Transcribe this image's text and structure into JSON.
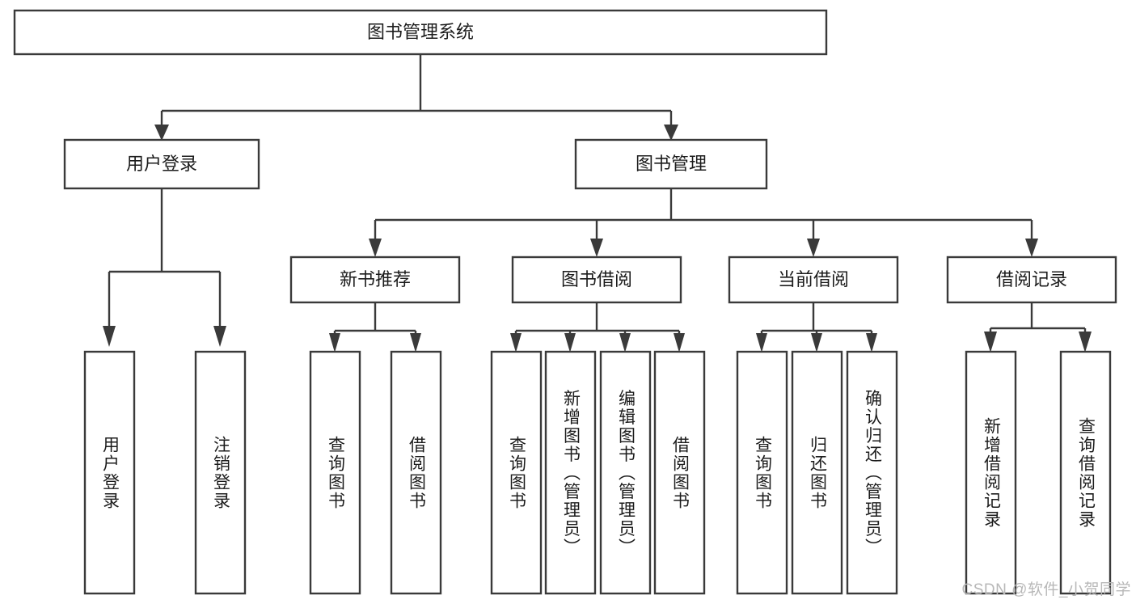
{
  "diagram": {
    "kind": "tree-hierarchy-diagram",
    "title": "图书管理系统",
    "colors": {
      "stroke": "#3a3a3a",
      "box_fill": "#ffffff",
      "text": "#1c1c1c",
      "background": "#ffffff",
      "watermark": "#b8b8b8"
    },
    "levels": {
      "level1": [
        "图书管理系统"
      ],
      "level2": [
        "用户登录",
        "图书管理"
      ],
      "level3": [
        "新书推荐",
        "图书借阅",
        "当前借阅",
        "借阅记录"
      ],
      "level4": [
        "用户登录",
        "注销登录",
        "查询图书",
        "借阅图书",
        "查询图书",
        "新增图书（管理员）",
        "编辑图书（管理员）",
        "借阅图书",
        "查询图书",
        "归还图书",
        "确认归还（管理员）",
        "新增借阅记录",
        "查询借阅记录"
      ]
    },
    "nodes": {
      "root": {
        "label": "图书管理系统"
      },
      "user_login": {
        "label": "用户登录"
      },
      "book_manage": {
        "label": "图书管理"
      },
      "new_book_rec": {
        "label": "新书推荐"
      },
      "book_borrow": {
        "label": "图书借阅"
      },
      "current_borrow": {
        "label": "当前借阅"
      },
      "borrow_record": {
        "label": "借阅记录"
      },
      "leaf_user_login": {
        "label": "用户登录"
      },
      "leaf_logout": {
        "label": "注销登录"
      },
      "leaf_query_book_a": {
        "label": "查询图书"
      },
      "leaf_borrow_book_a": {
        "label": "借阅图书"
      },
      "leaf_query_book_b": {
        "label": "查询图书"
      },
      "leaf_add_book_admin": {
        "label": "新增图书（管理员）"
      },
      "leaf_edit_book_admin": {
        "label": "编辑图书（管理员）"
      },
      "leaf_borrow_book_b": {
        "label": "借阅图书"
      },
      "leaf_query_book_c": {
        "label": "查询图书"
      },
      "leaf_return_book": {
        "label": "归还图书"
      },
      "leaf_confirm_return_admin": {
        "label": "确认归还（管理员）"
      },
      "leaf_add_borrow_record": {
        "label": "新增借阅记录"
      },
      "leaf_query_borrow_record": {
        "label": "查询借阅记录"
      }
    },
    "edges": [
      {
        "from": "root",
        "to": "user_login"
      },
      {
        "from": "root",
        "to": "book_manage"
      },
      {
        "from": "user_login",
        "to": "leaf_user_login"
      },
      {
        "from": "user_login",
        "to": "leaf_logout"
      },
      {
        "from": "book_manage",
        "to": "new_book_rec"
      },
      {
        "from": "book_manage",
        "to": "book_borrow"
      },
      {
        "from": "book_manage",
        "to": "current_borrow"
      },
      {
        "from": "book_manage",
        "to": "borrow_record"
      },
      {
        "from": "new_book_rec",
        "to": "leaf_query_book_a"
      },
      {
        "from": "new_book_rec",
        "to": "leaf_borrow_book_a"
      },
      {
        "from": "book_borrow",
        "to": "leaf_query_book_b"
      },
      {
        "from": "book_borrow",
        "to": "leaf_add_book_admin"
      },
      {
        "from": "book_borrow",
        "to": "leaf_edit_book_admin"
      },
      {
        "from": "book_borrow",
        "to": "leaf_borrow_book_b"
      },
      {
        "from": "current_borrow",
        "to": "leaf_query_book_c"
      },
      {
        "from": "current_borrow",
        "to": "leaf_return_book"
      },
      {
        "from": "current_borrow",
        "to": "leaf_confirm_return_admin"
      },
      {
        "from": "borrow_record",
        "to": "leaf_add_borrow_record"
      },
      {
        "from": "borrow_record",
        "to": "leaf_query_borrow_record"
      }
    ]
  },
  "watermark": {
    "text": "CSDN @软件_小贺同学"
  }
}
